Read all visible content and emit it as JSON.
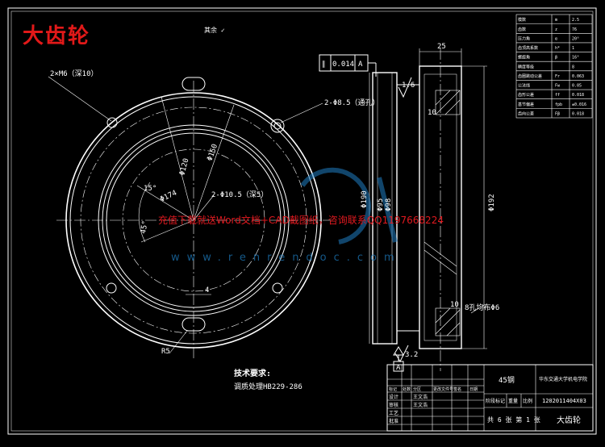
{
  "drawing": {
    "title": "大齿轮",
    "note_top": "其余 ✓",
    "watermark_text": "充值下载就送Word文档+CAD截图纸，咨询联系QQ1197668224",
    "watermark_url": "www.renrendoc.com",
    "colors": {
      "accent": "#e11919",
      "watermark_blue": "#1f7fc4",
      "lines": "#ffffff"
    }
  },
  "front_view": {
    "label_holes_m6": "2×M6（深10）",
    "label_holes_8_5": "2-Φ8.5（通孔）",
    "label_holes_10_5": "2-Φ10.5（深5）",
    "dim_120": "Φ120",
    "dim_150": "Φ150",
    "dim_174": "Φ174",
    "dim_angle_1": "15°",
    "dim_angle_2": "45°",
    "dim_4": "4",
    "dim_r5": "R5"
  },
  "side_view": {
    "tolerance_symbol": "∥",
    "tolerance_value": "0.014",
    "tolerance_datum": "A",
    "dim_width": "25",
    "dim_10_top": "10",
    "dim_10_bottom": "10",
    "roughness_1": "1.6",
    "dim_190": "Φ190",
    "dim_95": "Φ95",
    "dim_98": "Φ98",
    "dim_192": "Φ192",
    "label_holes": "8孔均布Φ6",
    "datum_label": "A",
    "roughness_2": "3.2"
  },
  "requirements": {
    "heading": "技术要求:",
    "line1": "调质处理HB229-286"
  },
  "param_table": {
    "rows": [
      {
        "name": "模数",
        "sym": "m",
        "val": "2.5"
      },
      {
        "name": "齿数",
        "sym": "z",
        "val": "76"
      },
      {
        "name": "压力角",
        "sym": "α",
        "val": "20°"
      },
      {
        "name": "齿顶高系数",
        "sym": "h*",
        "val": "1"
      },
      {
        "name": "螺旋角",
        "sym": "β",
        "val": "16°"
      },
      {
        "name": "精度等级",
        "sym": "",
        "val": "8"
      },
      {
        "name": "齿圈跳动公差",
        "sym": "Fr",
        "val": "0.063"
      },
      {
        "name": "公法线",
        "sym": "Fw",
        "val": "0.05"
      },
      {
        "name": "齿形公差",
        "sym": "ff",
        "val": "0.018"
      },
      {
        "name": "基节偏差",
        "sym": "fpb",
        "val": "±0.016"
      },
      {
        "name": "齿向公差",
        "sym": "Fβ",
        "val": "0.018"
      }
    ]
  },
  "title_block": {
    "material": "45钢",
    "school": "华东交通大学机电学院",
    "scale_label": "比例",
    "weight_label": "重量",
    "stage_label": "阶段标记",
    "code": "1202011404X03",
    "sheet": "共 6 张 第 1 张",
    "part_name": "大齿轮",
    "row_labels": [
      "标记",
      "处数",
      "分区",
      "更改文件号",
      "签名",
      "日期"
    ],
    "people": [
      "设计",
      "审核",
      "工艺",
      "批准"
    ],
    "names": [
      "王文浩",
      "王文浩"
    ]
  }
}
